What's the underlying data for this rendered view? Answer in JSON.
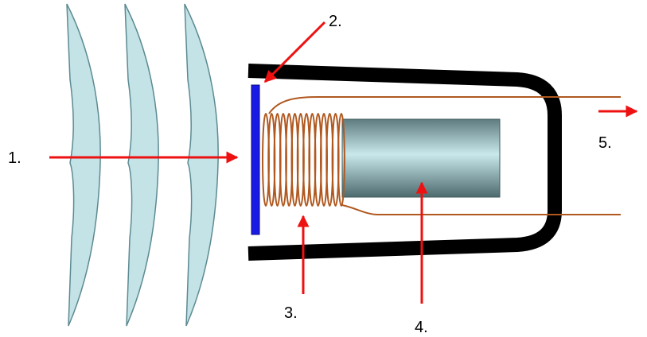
{
  "labels": {
    "l1": "1.",
    "l2": "2.",
    "l3": "3.",
    "l4": "4.",
    "l5": "5."
  },
  "colors": {
    "wave_fill": "#c4e3e7",
    "wave_stroke": "#5c8a92",
    "housing": "#000000",
    "diaphragm": "#1a1ae6",
    "coil": "#b0581f",
    "arrow": "#ee1111"
  }
}
